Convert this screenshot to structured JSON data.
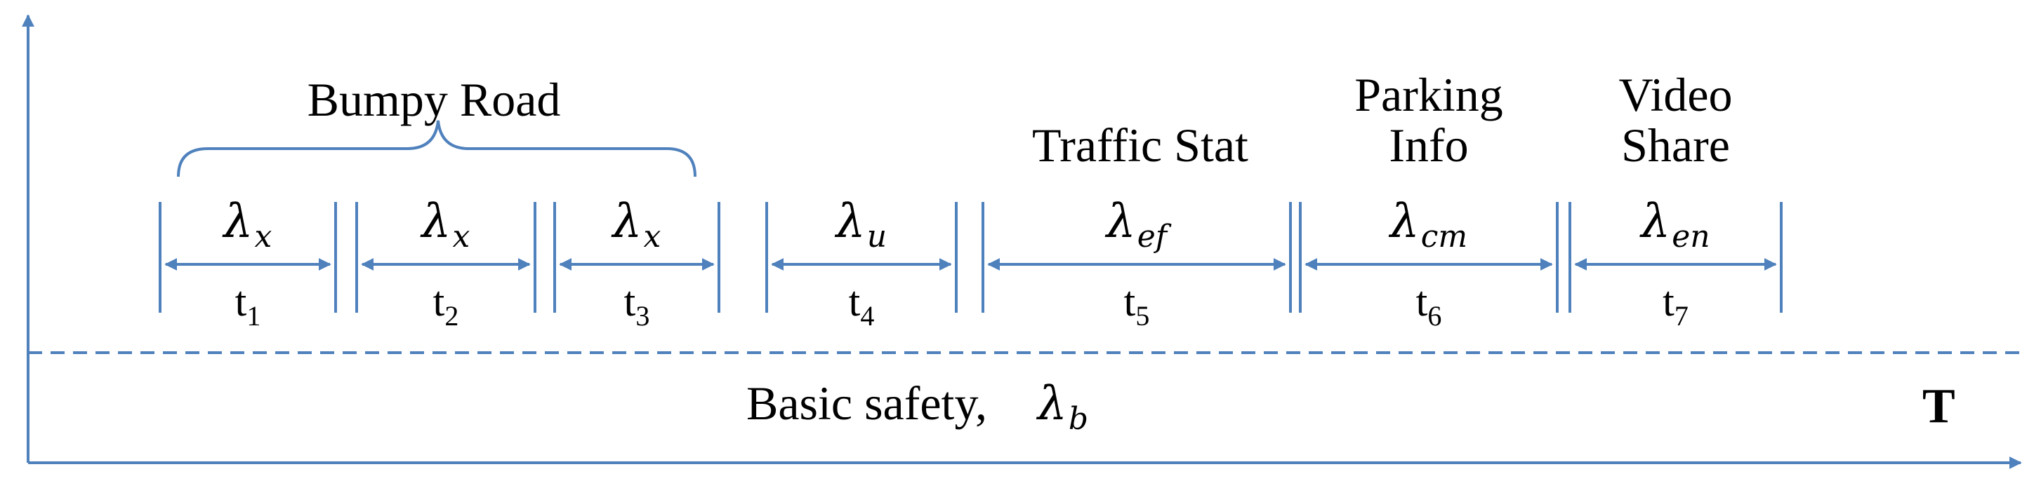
{
  "colors": {
    "line": "#4f81bd",
    "text": "#000000",
    "background": "#ffffff"
  },
  "group_label": "Bumpy Road",
  "axis_label": "T",
  "baseline_label": "Basic safety,",
  "baseline_rate": {
    "base": "λ",
    "sub": "b"
  },
  "segments": [
    {
      "id": "t1",
      "rate_base": "λ",
      "rate_sub": "x",
      "time_base": "t",
      "time_sub": "1",
      "title": []
    },
    {
      "id": "t2",
      "rate_base": "λ",
      "rate_sub": "x",
      "time_base": "t",
      "time_sub": "2",
      "title": []
    },
    {
      "id": "t3",
      "rate_base": "λ",
      "rate_sub": "x",
      "time_base": "t",
      "time_sub": "3",
      "title": []
    },
    {
      "id": "t4",
      "rate_base": "λ",
      "rate_sub": "u",
      "time_base": "t",
      "time_sub": "4",
      "title": []
    },
    {
      "id": "t5",
      "rate_base": "λ",
      "rate_sub": "ef",
      "time_base": "t",
      "time_sub": "5",
      "title": [
        "Traffic Stat"
      ]
    },
    {
      "id": "t6",
      "rate_base": "λ",
      "rate_sub": "cm",
      "time_base": "t",
      "time_sub": "6",
      "title": [
        "Parking",
        "Info"
      ]
    },
    {
      "id": "t7",
      "rate_base": "λ",
      "rate_sub": "en",
      "time_base": "t",
      "time_sub": "7",
      "title": [
        "Video",
        "Share"
      ]
    }
  ]
}
